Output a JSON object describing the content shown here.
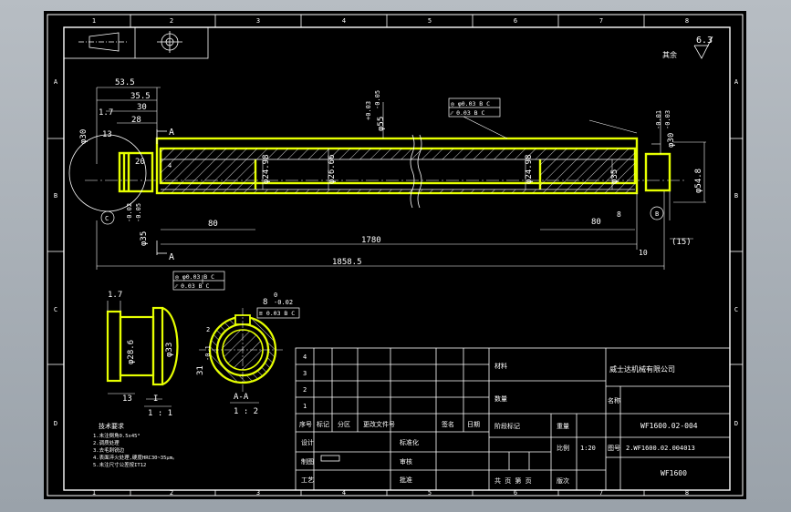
{
  "border": {
    "top_cols": [
      "1",
      "2",
      "3",
      "4",
      "5",
      "6",
      "7",
      "8"
    ],
    "bottom_cols": [
      "1",
      "2",
      "3",
      "4",
      "5",
      "6",
      "7",
      "8"
    ],
    "left_rows": [
      "A",
      "B",
      "C",
      "D"
    ],
    "right_rows": [
      "A",
      "B",
      "C",
      "D"
    ]
  },
  "roughness": {
    "value": "6.3",
    "label": "其余"
  },
  "dims": {
    "d53_5": "53.5",
    "d35_5": "35.5",
    "d30": "30",
    "d28": "28",
    "d1_7": "1.7",
    "phi30": "φ30",
    "d13": "13",
    "d20": "20",
    "d4": "4",
    "tol_left": "-0.02",
    "phi35": "φ35",
    "phi35_tol": "-0.05",
    "phi55": "φ55",
    "phi55_tol_top": "+0.03",
    "phi55_tol_bot": "-0.05",
    "phi24_98_a": "φ24.98",
    "phi26_66": "φ26.66",
    "phi24_98_b": "φ24.98",
    "phi35_r": "φ35",
    "phi30_r": "φ30",
    "phi30_tol_top": "-0.01",
    "phi30_tol_bot": "-0.03",
    "phi54_8": "φ54.8",
    "d80_l": "80",
    "d80_r": "80",
    "d8": "8",
    "d1780": "1780",
    "d10": "10",
    "d15": "(15)",
    "d1858_5": "1858.5",
    "sec_a_top": "A",
    "sec_a_bot": "A",
    "label_c": "C",
    "label_b": "B",
    "det_1_7": "1.7",
    "det_phi28_6": "φ28.6",
    "det_phi33": "φ33",
    "det_13": "13",
    "det_label": "I",
    "det_scale": "1 : 1",
    "sec_8": "8",
    "sec_8_tol_top": "0",
    "sec_8_tol_bot": "-0.02",
    "sec_31": "31",
    "sec_tol": "-0.1",
    "sec_label": "A-A",
    "sec_scale": "1 : 2",
    "sec_small": "2"
  },
  "gdt": {
    "top_row1": "◎ φ0.03 B C",
    "top_row2": "⁄⁄ 0.03 B C",
    "left_row1": "◎ φ0.03 B C",
    "left_row2": "⁄⁄ 0.03 B C",
    "key_frame": "≡ 0.03 B C"
  },
  "tech_req": {
    "title": "技术要求",
    "lines": [
      "1.未注倒角0.5x45°",
      "2.调质处理",
      "3.去毛刺锐边",
      "4.表面淬火处理,硬度HRC30~35μm。",
      "5.未注尺寸公差按IT12"
    ]
  },
  "title_block": {
    "rev_numbers": [
      "4",
      "3",
      "2",
      "1"
    ],
    "rev_headers": [
      "序号",
      "标记",
      "分区",
      "更改文件号",
      "签名",
      "日期"
    ],
    "sign_rows": [
      "设计",
      "制图",
      "工艺"
    ],
    "sign_labels2": [
      "标准化",
      "审核",
      "批准"
    ],
    "material_label": "材料",
    "weight_label": "数量",
    "company": "威士达机械有限公司",
    "name_label": "名称",
    "drawing_no_label": "图号",
    "stage_label": "阶段标记",
    "mass_label": "重量",
    "scale_label": "比例",
    "scale": "1:20",
    "sheets": "共 页 第 页",
    "sheet_label": "版次",
    "code1": "WF1600.02-004",
    "code2": "2.WF1600.02.004013",
    "code3": "WF1600"
  }
}
